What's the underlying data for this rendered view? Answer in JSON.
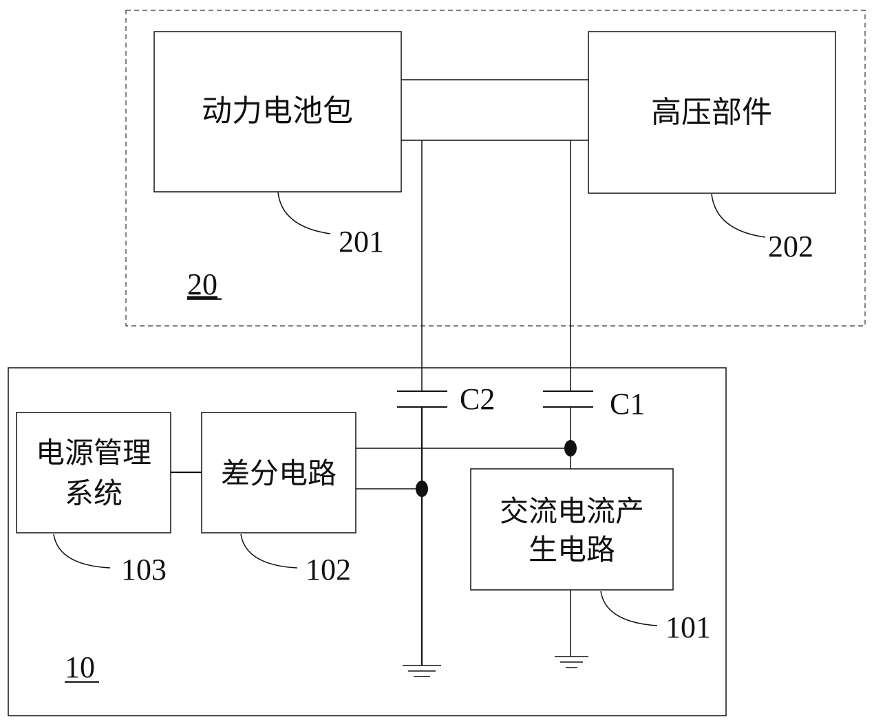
{
  "group20": {
    "label": "20"
  },
  "group10": {
    "label": "10"
  },
  "blocks": {
    "battery": {
      "text": "动力电池包",
      "ref": "201"
    },
    "hv": {
      "text": "高压部件",
      "ref": "202"
    },
    "bms": {
      "line1": "电源管理",
      "line2": "系统",
      "ref": "103"
    },
    "diff": {
      "text": "差分电路",
      "ref": "102"
    },
    "ac": {
      "line1": "交流电流产",
      "line2": "生电路",
      "ref": "101"
    }
  },
  "capacitors": {
    "c1": "C1",
    "c2": "C2"
  }
}
